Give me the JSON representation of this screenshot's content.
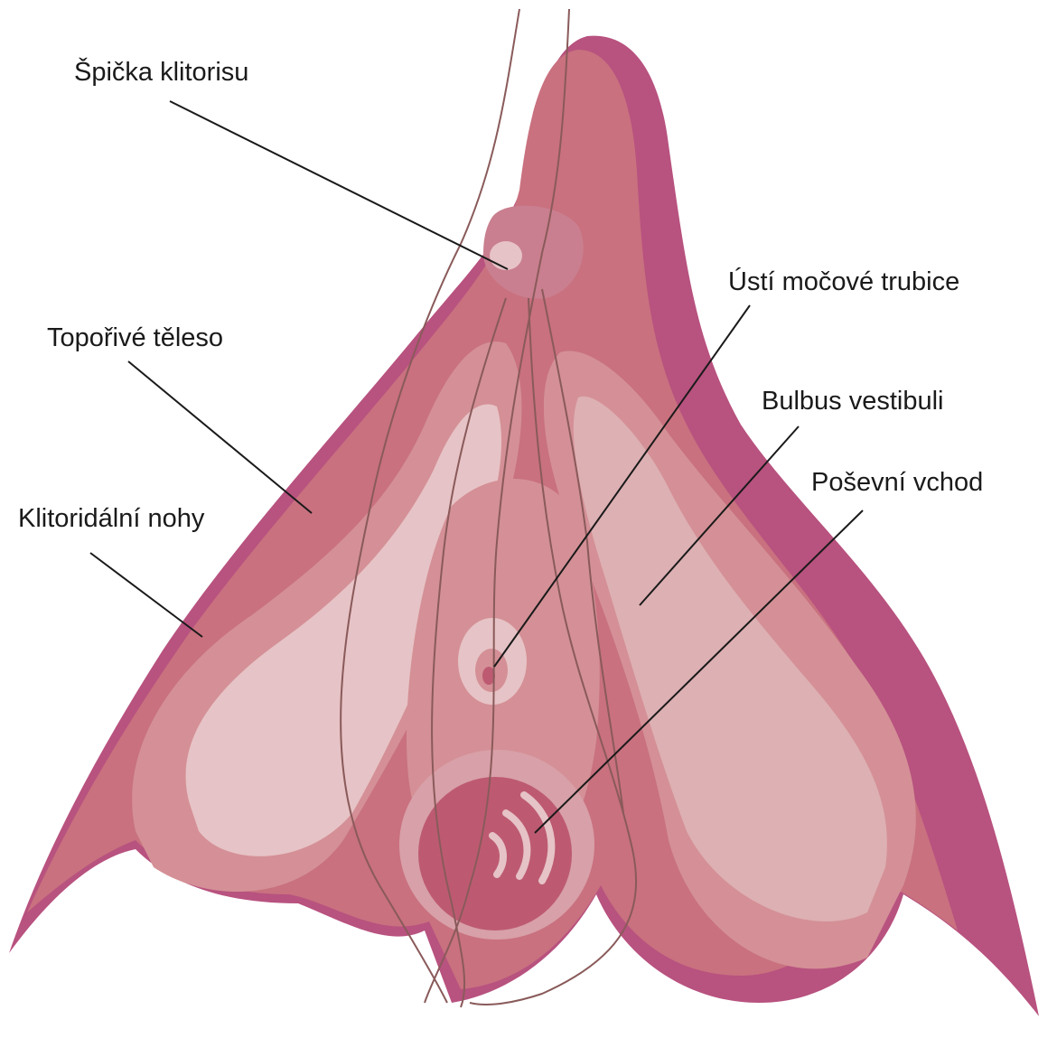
{
  "diagram": {
    "labels": {
      "glans": "Špička klitorisu",
      "body": "Topořivé těleso",
      "crura": "Klitoridální nohy",
      "urethra": "Ústí močové trubice",
      "bulb": "Bulbus vestibuli",
      "vagina": "Poševní vchod"
    },
    "colors": {
      "dark": "#b8527f",
      "main": "#c9717f",
      "mid": "#d49096",
      "light": "#ddb0b3",
      "pale": "#e6c3c6",
      "canal": "#bd5a72",
      "outline": "#8a5a5a"
    }
  }
}
